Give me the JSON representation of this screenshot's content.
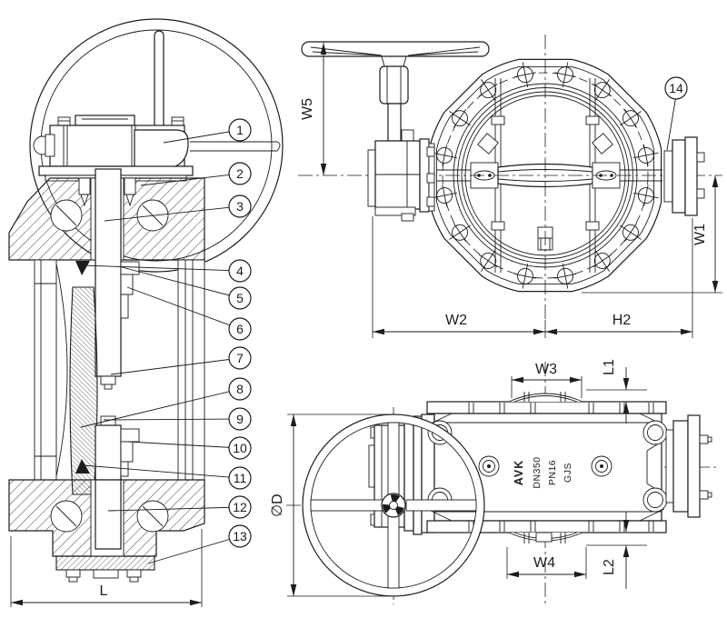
{
  "colors": {
    "line": "#1c1c1c",
    "background": "#ffffff"
  },
  "section_view": {
    "callouts": [
      {
        "label": "1"
      },
      {
        "label": "2"
      },
      {
        "label": "3"
      },
      {
        "label": "4"
      },
      {
        "label": "5"
      },
      {
        "label": "6"
      },
      {
        "label": "7"
      },
      {
        "label": "8"
      },
      {
        "label": "9"
      },
      {
        "label": "10"
      },
      {
        "label": "11"
      },
      {
        "label": "12"
      },
      {
        "label": "13"
      }
    ],
    "dims": {
      "l": "L"
    }
  },
  "front_view": {
    "callout": {
      "label": "14"
    },
    "dims": {
      "w5": "W5",
      "w1": "W1",
      "w2": "W2",
      "h2": "H2"
    }
  },
  "plan_view": {
    "dims": {
      "d": "∅D",
      "w3": "W3",
      "w4": "W4",
      "l1": "L1",
      "l2": "L2"
    },
    "markings": [
      "AVK",
      "DN350",
      "PN16",
      "GJS"
    ]
  }
}
